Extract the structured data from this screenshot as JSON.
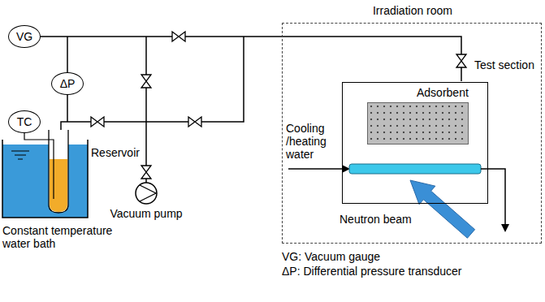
{
  "diagram": {
    "nodes": [
      {
        "text": [
          "VG"
        ]
      },
      {
        "text": [
          "ΔP"
        ]
      },
      {
        "text": [
          "TC"
        ]
      },
      {
        "text": [
          "Irradiation room"
        ]
      },
      {
        "text": [
          "Test section"
        ],
        "in": 3
      },
      {
        "text": [
          "Adsorbent"
        ],
        "in": 4
      }
    ],
    "labels": [
      "Reservoir",
      "Vacuum pump",
      "Constant temperature water bath",
      "Cooling /heating water",
      "Neutron beam",
      "VG: Vacuum gauge",
      "ΔP: Differential pressure transducer"
    ]
  }
}
